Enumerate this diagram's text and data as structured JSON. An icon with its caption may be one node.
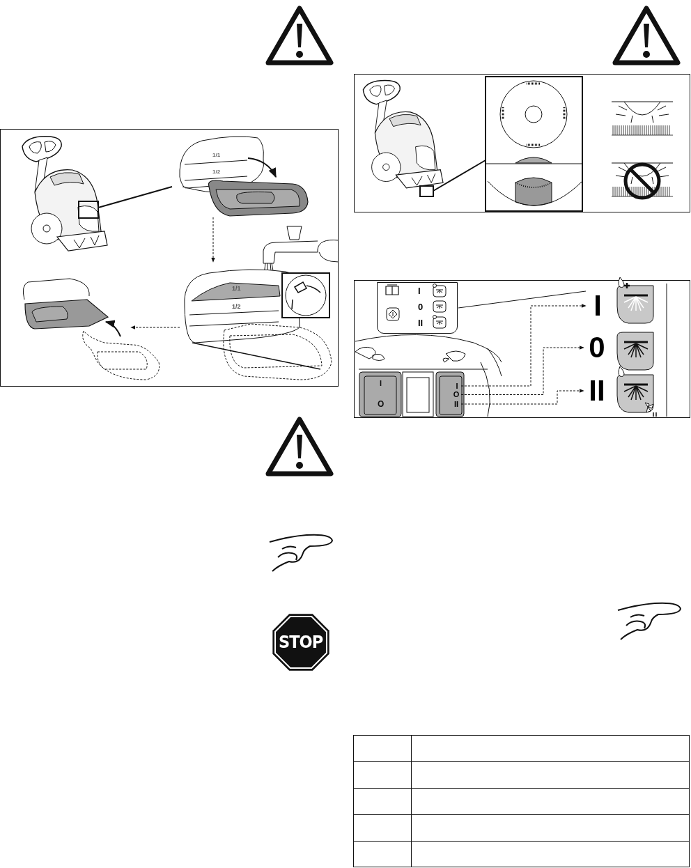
{
  "diagram": {
    "nodes": [
      {
        "text": [
          "I",
          "0",
          "II"
        ]
      },
      {
        "text": [
          "I"
        ]
      },
      {
        "text": [
          "0"
        ]
      },
      {
        "text": [
          "II"
        ]
      },
      {
        "text": [
          "I"
        ]
      },
      {
        "text": [
          "O"
        ]
      },
      {
        "text": [
          "II"
        ]
      }
    ],
    "edges": [
      {
        "from": 0,
        "to": 1,
        "arrow": "none"
      },
      {
        "from": 4,
        "to": 1,
        "arrow": "to",
        "style": "dashed"
      },
      {
        "from": 5,
        "to": 2,
        "arrow": "to",
        "style": "dashed"
      },
      {
        "from": 6,
        "to": 3,
        "arrow": "to",
        "style": "dashed"
      }
    ],
    "labels": [
      "1/1",
      "1/2",
      "1/1",
      "1/2",
      "STOP",
      "I",
      "O"
    ]
  }
}
